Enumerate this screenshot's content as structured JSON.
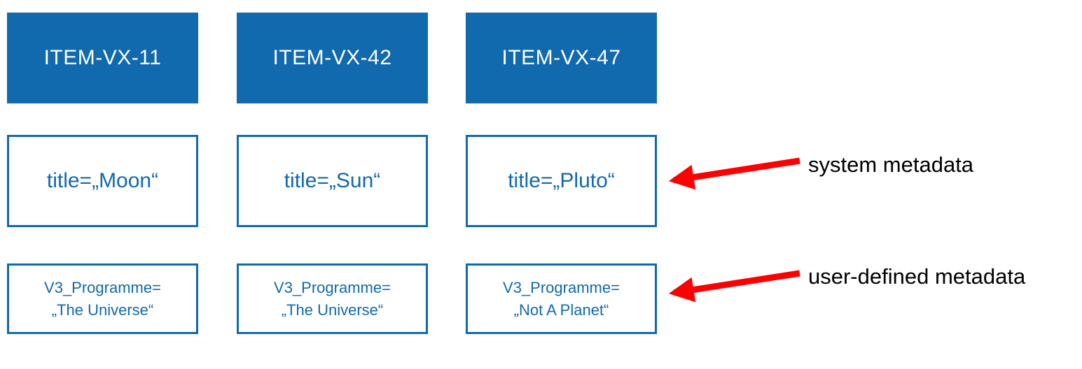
{
  "diagram": {
    "columns": [
      {
        "item_id": "ITEM-VX-11",
        "system_metadata": "title=„Moon“",
        "user_metadata_line1": "V3_Programme=",
        "user_metadata_line2": "„The Universe“"
      },
      {
        "item_id": "ITEM-VX-42",
        "system_metadata": "title=„Sun“",
        "user_metadata_line1": "V3_Programme=",
        "user_metadata_line2": "„The Universe“"
      },
      {
        "item_id": "ITEM-VX-47",
        "system_metadata": "title=„Pluto“",
        "user_metadata_line1": "V3_Programme=",
        "user_metadata_line2": "„Not A Planet“"
      }
    ],
    "annotations": {
      "system_label": "system metadata",
      "user_label": "user-defined metadata"
    },
    "colors": {
      "primary_blue": "#1169AE",
      "arrow_red": "#FF0000",
      "label_text": "#000000"
    }
  }
}
